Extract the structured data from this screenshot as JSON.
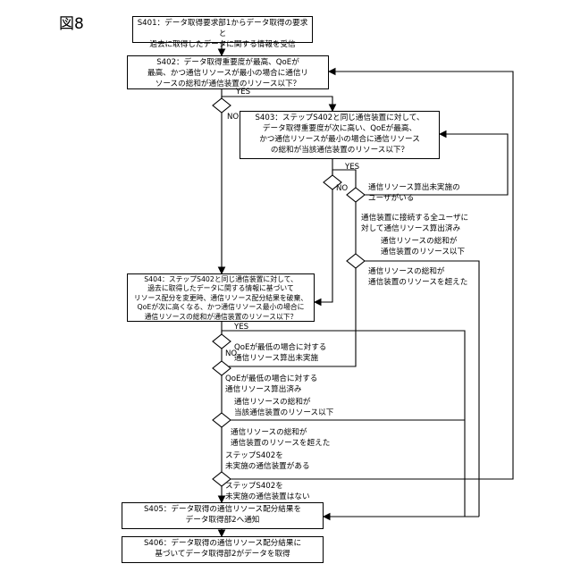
{
  "figure_label": "図8",
  "steps": {
    "s401": "S401：データ取得要求部1からデータ取得の要求と\n過去に取得したデータに関する情報を受信",
    "s402": "S402：データ取得重要度が最高、QoEが\n最高、かつ通信リソースが最小の場合に通信リ\nソースの総和が通信装置のリソース以下？",
    "s403": "S403：ステップS402と同じ通信装置に対して、\nデータ取得重要度が次に高い、QoEが最高、\nかつ通信リソースが最小の場合に通信リソース\nの総和が当該通信装置のリソース以下？",
    "s404": "S404：ステップS402と同じ通信装置に対して、\n過去に取得したデータに関する情報に基づいて\nリソース配分を変更時、通信リソース配分結果を破棄、\nQoEが次に高くなる、かつ通信リソース最小の場合に\n通信リソースの総和が通信装置のリソース以下？",
    "s405": "S405：データ取得の通信リソース配分結果を\nデータ取得部2へ通知",
    "s406": "S406：データ取得の通信リソース配分結果に\n基づいてデータ取得部2がデータを取得"
  },
  "branch_labels": {
    "yes1": "YES",
    "no1": "NO",
    "yes2": "YES",
    "no2": "NO",
    "yes3": "YES",
    "no3": "NO"
  },
  "conditions": {
    "c1": "通信リソース算出未実施の\nユーザがいる",
    "c2": "通信装置に接続する全ユーザに\n対して通信リソース算出済み",
    "c3": "通信リソースの総和が\n通信装置のリソース以下",
    "c4": "通信リソースの総和が\n通信装置のリソースを超えた",
    "c5": "QoEが最低の場合に対する\n通信リソース算出未実施",
    "c6": "QoEが最低の場合に対する\n通信リソース算出済み",
    "c7": "通信リソースの総和が\n当該通信装置のリソース以下",
    "c8": "通信リソースの総和が\n通信装置のリソースを超えた",
    "c9": "ステップS402を\n未実施の通信装置がある",
    "c10": "ステップS402を\n未実施の通信装置はない"
  }
}
